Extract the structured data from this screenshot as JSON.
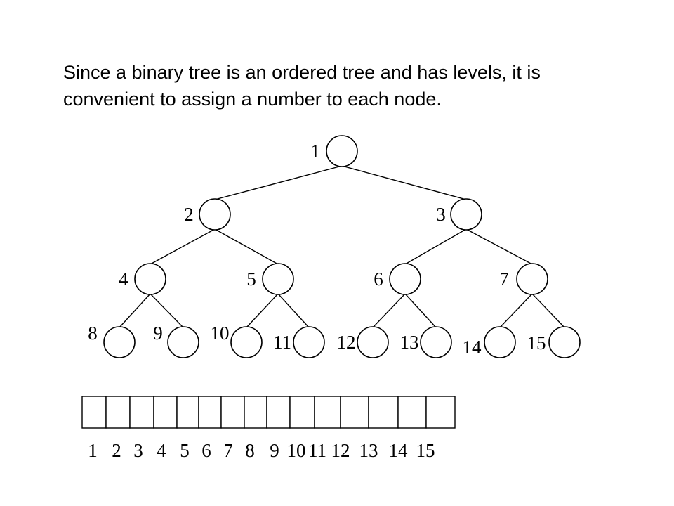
{
  "intro": {
    "text": "Since a binary tree is an ordered tree and has levels, it is\nconvenient to assign a number to each node."
  },
  "tree": {
    "nodes": [
      {
        "id": 1,
        "label": "1"
      },
      {
        "id": 2,
        "label": "2"
      },
      {
        "id": 3,
        "label": "3"
      },
      {
        "id": 4,
        "label": "4"
      },
      {
        "id": 5,
        "label": "5"
      },
      {
        "id": 6,
        "label": "6"
      },
      {
        "id": 7,
        "label": "7"
      },
      {
        "id": 8,
        "label": "8"
      },
      {
        "id": 9,
        "label": "9"
      },
      {
        "id": 10,
        "label": "10"
      },
      {
        "id": 11,
        "label": "11"
      },
      {
        "id": 12,
        "label": "12"
      },
      {
        "id": 13,
        "label": "13"
      },
      {
        "id": 14,
        "label": "14"
      },
      {
        "id": 15,
        "label": "15"
      }
    ],
    "edges": [
      [
        1,
        2
      ],
      [
        1,
        3
      ],
      [
        2,
        4
      ],
      [
        2,
        5
      ],
      [
        3,
        6
      ],
      [
        3,
        7
      ],
      [
        4,
        8
      ],
      [
        4,
        9
      ],
      [
        5,
        10
      ],
      [
        5,
        11
      ],
      [
        6,
        12
      ],
      [
        6,
        13
      ],
      [
        7,
        14
      ],
      [
        7,
        15
      ]
    ]
  },
  "array": {
    "indices": [
      "1",
      "2",
      "3",
      "4",
      "5",
      "6",
      "7",
      "8",
      "9",
      "10",
      "11",
      "12",
      "13",
      "14",
      "15"
    ]
  }
}
